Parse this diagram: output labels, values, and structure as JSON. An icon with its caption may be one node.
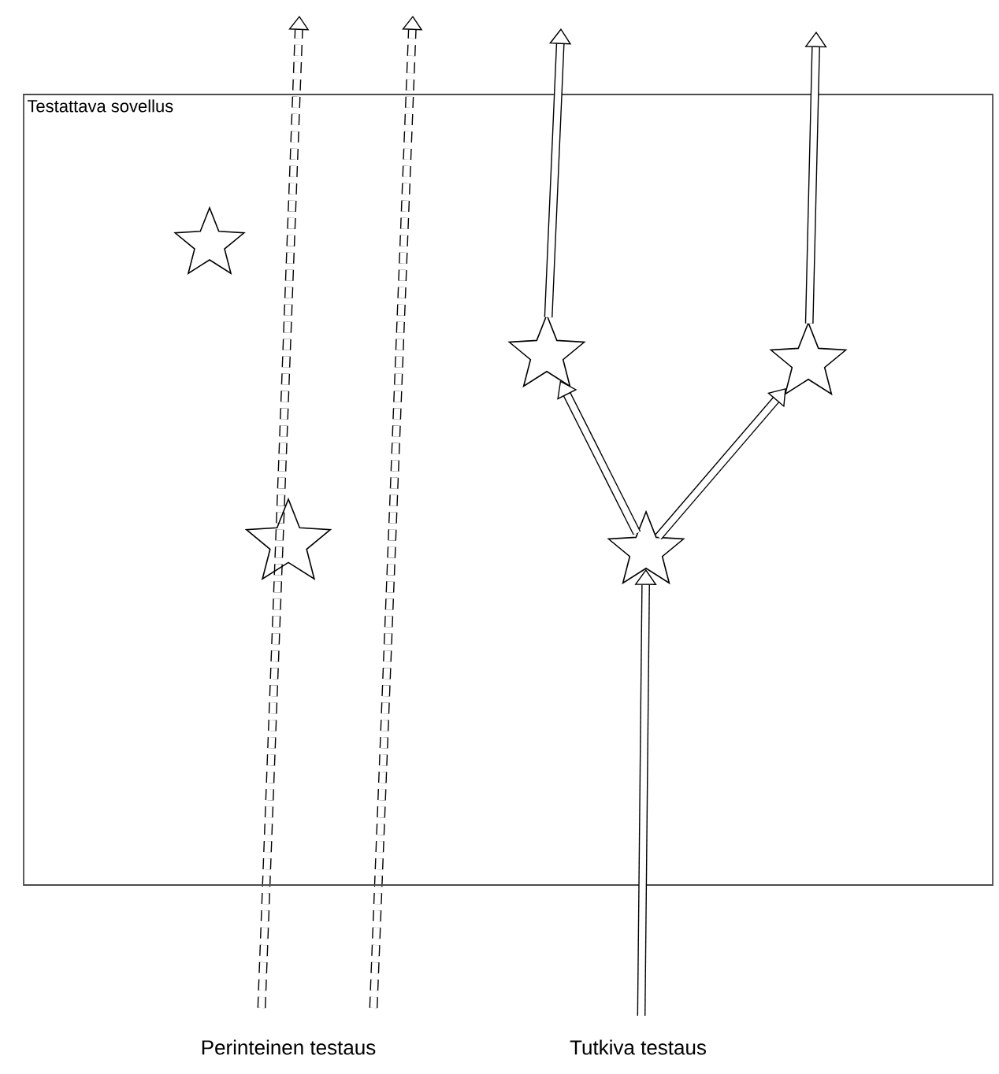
{
  "diagram": {
    "nodes": [
      {
        "text": [
          "Testattava sovellus"
        ]
      },
      {
        "text": [],
        "shape": "star",
        "in": 0
      },
      {
        "text": [],
        "shape": "star",
        "in": 0
      },
      {
        "text": [],
        "shape": "star",
        "in": 0
      },
      {
        "text": [],
        "shape": "star",
        "in": 0
      },
      {
        "text": [],
        "shape": "star",
        "in": 0
      }
    ],
    "edges": [
      {
        "from": null,
        "to": 5,
        "arrow": "to"
      },
      {
        "from": 5,
        "to": 3,
        "arrow": "to"
      },
      {
        "from": 5,
        "to": 4,
        "arrow": "to"
      },
      {
        "from": 3,
        "to": null,
        "arrow": "to"
      },
      {
        "from": 4,
        "to": null,
        "arrow": "to"
      }
    ],
    "labels": [
      "Perinteinen testaus",
      "Tutkiva testaus"
    ]
  }
}
